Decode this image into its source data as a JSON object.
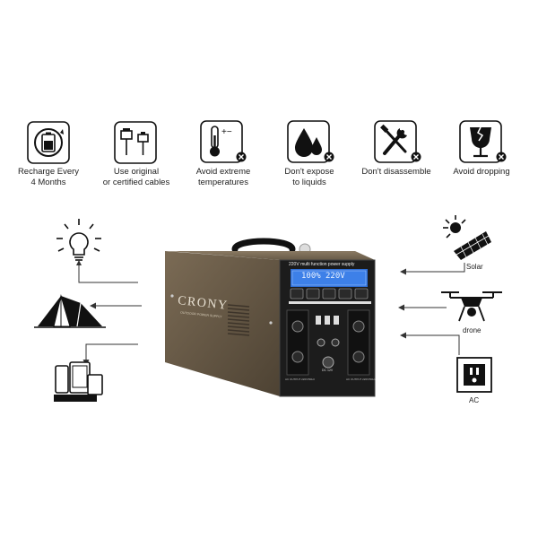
{
  "warnings": [
    {
      "icon": "recharge-battery-icon",
      "line1": "Recharge Every",
      "line2": "4 Months"
    },
    {
      "icon": "original-cable-icon",
      "line1": "Use original",
      "line2": "or certified cables"
    },
    {
      "icon": "thermometer-icon",
      "line1": "Avoid extreme",
      "line2": "temperatures",
      "glyph": "+−"
    },
    {
      "icon": "liquid-drops-icon",
      "line1": "Don't expose",
      "line2": "to liquids"
    },
    {
      "icon": "tools-icon",
      "line1": "Don't disassemble",
      "line2": ""
    },
    {
      "icon": "broken-glass-icon",
      "line1": "Avoid dropping",
      "line2": ""
    }
  ],
  "inputs": {
    "solar": "Solar",
    "drone": "drone",
    "ac": "AC"
  },
  "device": {
    "brand": "CRONY",
    "brand_tagline": "OUTDOOR POWER SUPPLY",
    "panel_title": "220V multi function power supply",
    "display_left": "100%",
    "display_right": "220V",
    "left_socket_label": "AC OUTPUT 220V/50Hz",
    "right_socket_label": "AC OUTPUT 220V/50Hz",
    "dc_label": "DC 12V"
  },
  "colors": {
    "device_body": "#6b5d4a",
    "device_front": "#1c1c1c",
    "display": "#2f6fd6"
  }
}
